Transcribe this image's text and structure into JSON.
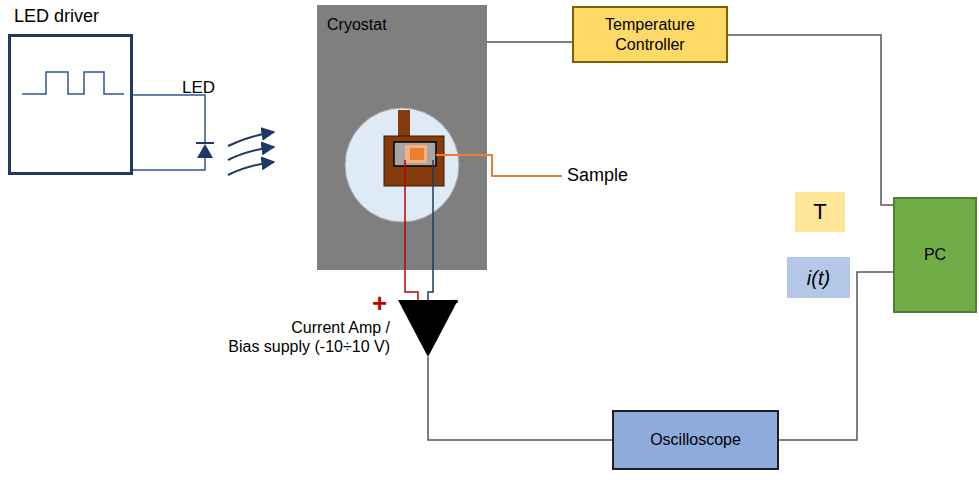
{
  "diagram": {
    "nodes": [
      {
        "text": [
          "LED driver"
        ]
      },
      {
        "text": [
          "Cryostat"
        ]
      },
      {
        "text": [
          "Temperature Controller"
        ]
      },
      {
        "text": [
          "PC"
        ]
      },
      {
        "text": [
          "Oscilloscope"
        ]
      },
      {
        "text": [
          "T"
        ]
      },
      {
        "text": [
          "i(t)"
        ]
      }
    ],
    "edges": [
      {
        "from": 1,
        "to": 2,
        "arrow": "none"
      },
      {
        "from": 2,
        "to": 3,
        "arrow": "none"
      },
      {
        "from": 4,
        "to": 3,
        "arrow": "none"
      }
    ],
    "labels": [
      "LED",
      "Sample",
      "+",
      "-",
      "Current Amp / Bias supply (-10÷10 V)"
    ]
  }
}
